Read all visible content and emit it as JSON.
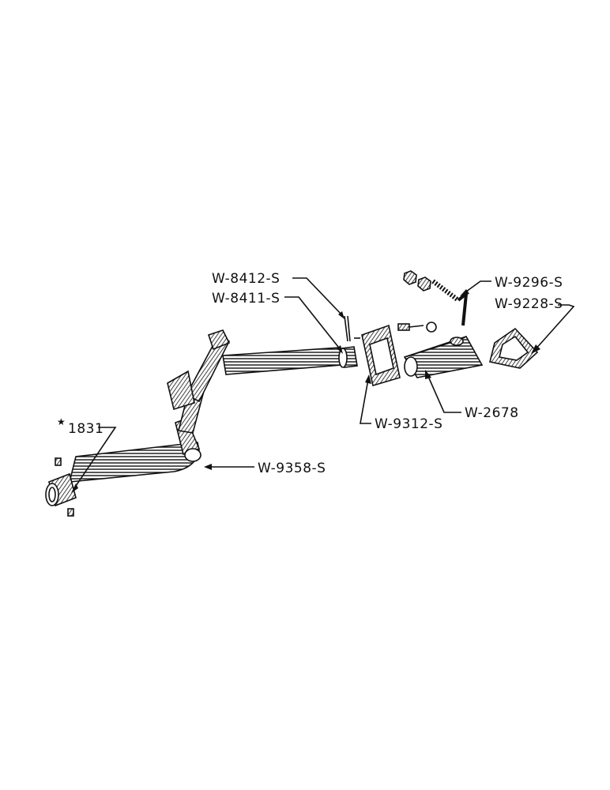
{
  "figure": {
    "parts": [
      {
        "id": "p1831",
        "label": "1831",
        "name": "collar"
      },
      {
        "id": "pW9358S",
        "label": "W-9358-S",
        "name": "axle-tube"
      },
      {
        "id": "pW8412S",
        "label": "W-8412-S",
        "name": "cotter-pin"
      },
      {
        "id": "pW8411S",
        "label": "W-8411-S",
        "name": "bushing"
      },
      {
        "id": "pW9312S",
        "label": "W-9312-S",
        "name": "gasket-plate"
      },
      {
        "id": "pW2678",
        "label": "W-2678",
        "name": "housing-block"
      },
      {
        "id": "pW9296S",
        "label": "W-9296-S",
        "name": "bent-stud"
      },
      {
        "id": "pW9228S",
        "label": "W-9228-S",
        "name": "cover-gasket"
      }
    ],
    "colors": {
      "ink": "#111111",
      "paper": "#ffffff"
    }
  }
}
